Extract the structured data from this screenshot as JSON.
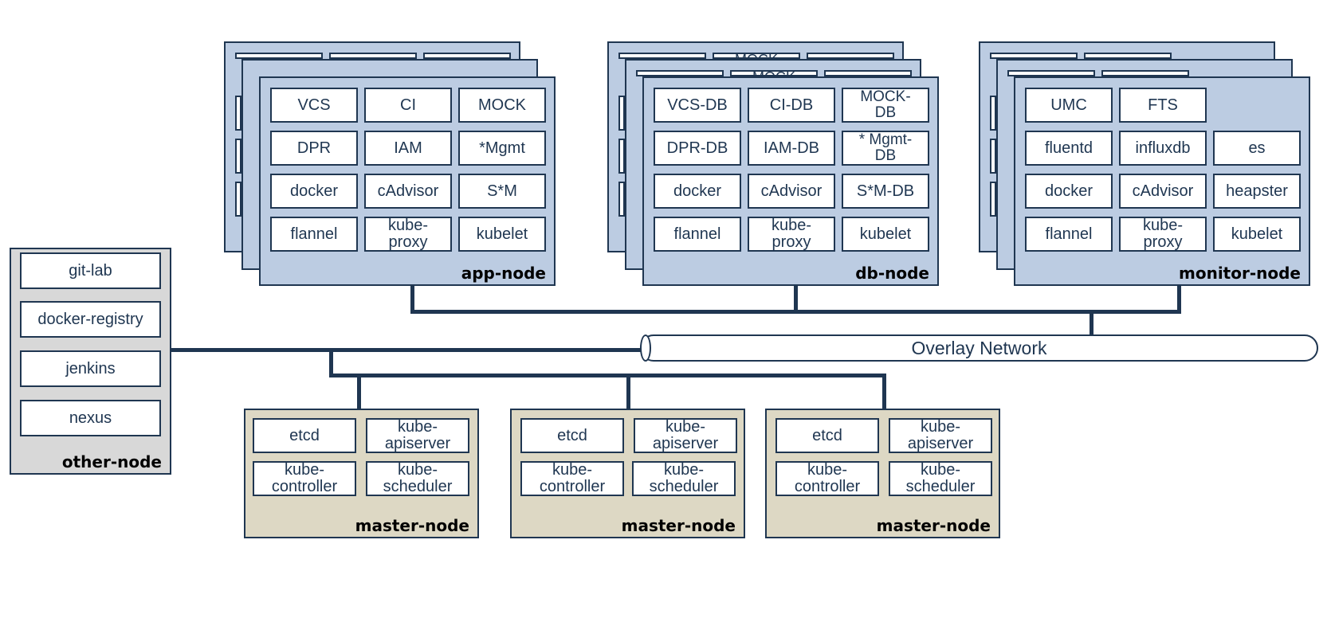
{
  "overlay_network": {
    "label": "Overlay Network"
  },
  "app_node": {
    "label": "app-node",
    "cells": [
      "VCS",
      "CI",
      "MOCK",
      "DPR",
      "IAM",
      "*Mgmt",
      "docker",
      "cAdvisor",
      "S*M",
      "flannel",
      "kube-\nproxy",
      "kubelet"
    ]
  },
  "db_node": {
    "label": "db-node",
    "ghost_text": [
      "MOCK",
      "MOCK"
    ],
    "cells": [
      "VCS-DB",
      "CI-DB",
      "MOCK-\nDB",
      "DPR-DB",
      "IAM-DB",
      "* Mgmt-\nDB",
      "docker",
      "cAdvisor",
      "S*M-DB",
      "flannel",
      "kube-\nproxy",
      "kubelet"
    ]
  },
  "monitor_node": {
    "label": "monitor-node",
    "cells": [
      "UMC",
      "FTS",
      "fluentd",
      "influxdb",
      "es",
      "docker",
      "cAdvisor",
      "heapster",
      "flannel",
      "kube-\nproxy",
      "kubelet"
    ]
  },
  "other_node": {
    "label": "other-node",
    "cells": [
      "git-lab",
      "docker-registry",
      "jenkins",
      "nexus"
    ]
  },
  "master_nodes": [
    {
      "label": "master-node",
      "cells": [
        "etcd",
        "kube-\napiserver",
        "kube-\ncontroller",
        "kube-\nscheduler"
      ]
    },
    {
      "label": "master-node",
      "cells": [
        "etcd",
        "kube-\napiserver",
        "kube-\ncontroller",
        "kube-\nscheduler"
      ]
    },
    {
      "label": "master-node",
      "cells": [
        "etcd",
        "kube-\napiserver",
        "kube-\ncontroller",
        "kube-\nscheduler"
      ]
    }
  ]
}
